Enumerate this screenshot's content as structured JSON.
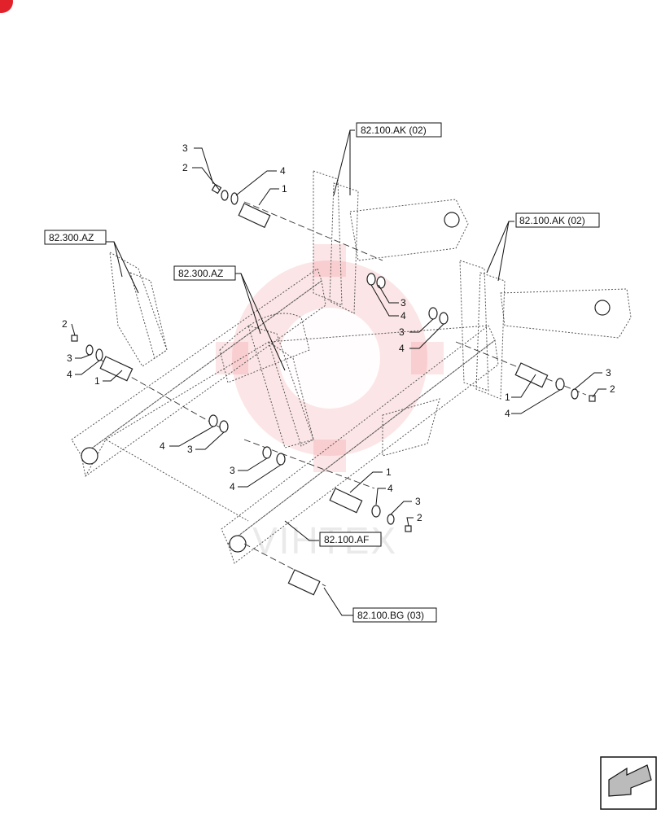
{
  "refs": {
    "ak_top": "82.100.AK (02)",
    "ak_right": "82.100.AK (02)",
    "az_left": "82.300.AZ",
    "az_mid": "82.300.AZ",
    "af": "82.100.AF",
    "bg": "82.100.BG (03)"
  },
  "callouts": {
    "n1": "1",
    "n2": "2",
    "n3": "3",
    "n4": "4"
  },
  "watermark": {
    "text": "VIHTEX",
    "color": "#e8474c"
  },
  "icons": {
    "corner_badge": "corner-badge-icon",
    "nav": "arrow-nav-icon"
  }
}
